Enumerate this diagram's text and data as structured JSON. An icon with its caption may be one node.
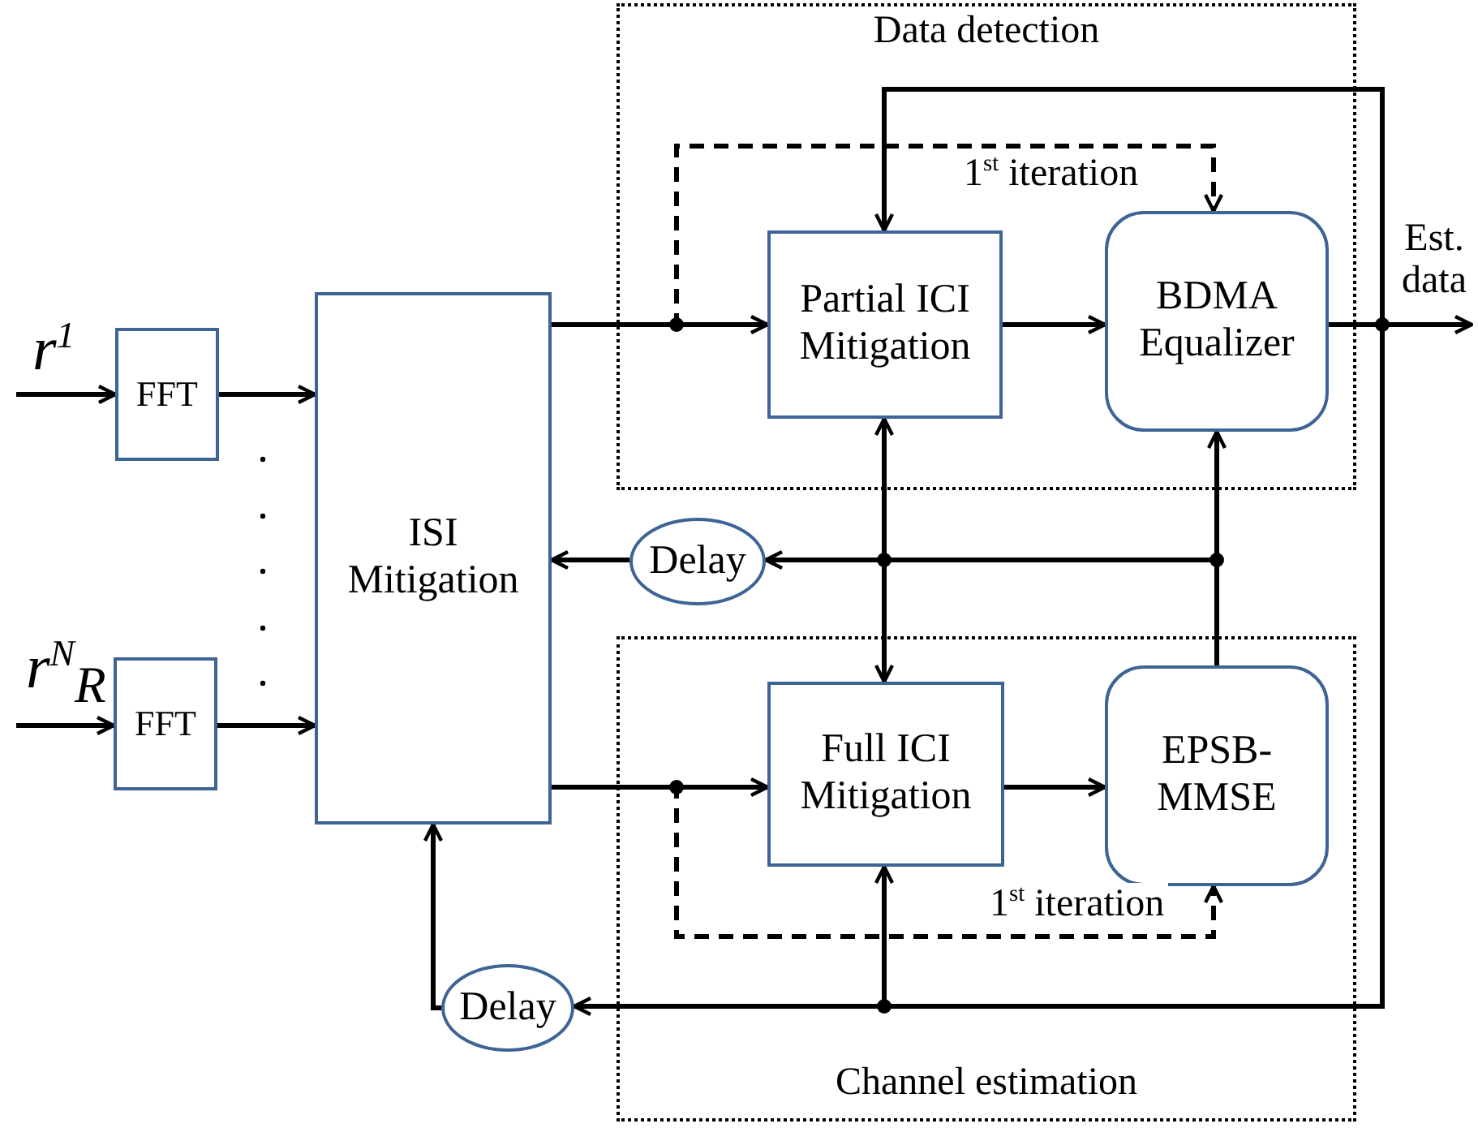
{
  "diagram": {
    "nodes": [
      {
        "text": [
          "Data detection"
        ]
      },
      {
        "text": [
          "Partial ICI Mitigation"
        ],
        "in": 0
      },
      {
        "text": [
          "BDMA Equalizer"
        ],
        "in": 0
      },
      {
        "text": [
          "Channel estimation"
        ]
      },
      {
        "text": [
          "Full ICI Mitigation"
        ],
        "in": 3
      },
      {
        "text": [
          "EPSB- MMSE"
        ],
        "in": 3
      },
      {
        "text": [
          "FFT"
        ]
      },
      {
        "text": [
          "FFT"
        ]
      },
      {
        "text": [
          "ISI Mitigation"
        ]
      },
      {
        "text": [
          "Delay"
        ]
      },
      {
        "text": [
          "Delay"
        ]
      }
    ],
    "edges": [
      {
        "from": null,
        "to": 6,
        "arrow": "to",
        "label": "r$^{1}$"
      },
      {
        "from": null,
        "to": 7,
        "arrow": "to",
        "label": "r$^{N}$$_{R}$"
      },
      {
        "from": 6,
        "to": 8,
        "arrow": "to"
      },
      {
        "from": 7,
        "to": 8,
        "arrow": "to"
      },
      {
        "from": 8,
        "to": 1,
        "arrow": "to"
      },
      {
        "from": 8,
        "to": 2,
        "arrow": "to",
        "style": "dashed",
        "label": "1$^{st}$ iteration"
      },
      {
        "from": 1,
        "to": 2,
        "arrow": "to"
      },
      {
        "from": 2,
        "to": null,
        "arrow": "to",
        "label": "Est. data"
      },
      {
        "from": 2,
        "to": 1,
        "arrow": "to"
      },
      {
        "from": 2,
        "to": 4,
        "arrow": "to"
      },
      {
        "from": 2,
        "to": 10,
        "arrow": "to"
      },
      {
        "from": 10,
        "to": 8,
        "arrow": "to"
      },
      {
        "from": 5,
        "to": 2,
        "arrow": "to"
      },
      {
        "from": 5,
        "to": 9,
        "arrow": "to"
      },
      {
        "from": 5,
        "to": 1,
        "arrow": "to"
      },
      {
        "from": 5,
        "to": 4,
        "arrow": "to"
      },
      {
        "from": 9,
        "to": 8,
        "arrow": "to"
      },
      {
        "from": 8,
        "to": 4,
        "arrow": "to"
      },
      {
        "from": 8,
        "to": 5,
        "arrow": "to",
        "style": "dashed",
        "label": "1$^{st}$ iteration"
      },
      {
        "from": 4,
        "to": 5,
        "arrow": "to"
      }
    ]
  }
}
